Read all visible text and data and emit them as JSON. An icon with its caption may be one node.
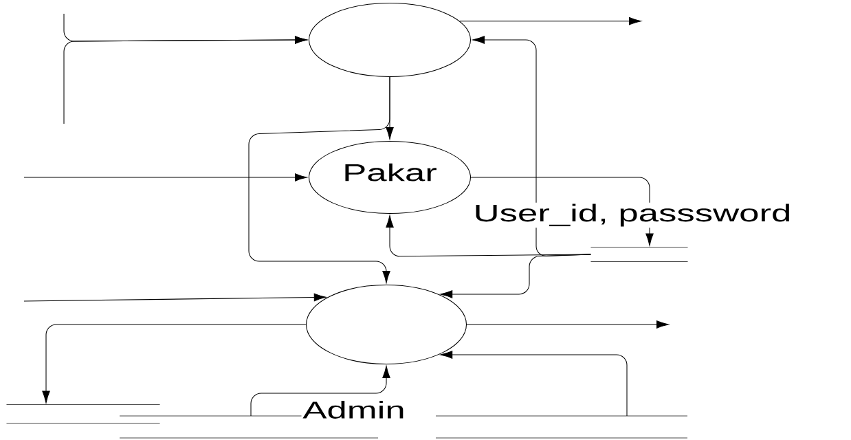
{
  "diagram": {
    "nodes": [
      {
        "text": [],
        "shape": "ellipse"
      },
      {
        "text": [
          "Pakar"
        ]
      },
      {
        "text": [],
        "shape": "ellipse"
      },
      {
        "text": [],
        "shape": "store"
      },
      {
        "text": [],
        "shape": "store"
      },
      {
        "text": [],
        "shape": "store"
      },
      {
        "text": [],
        "shape": "store"
      }
    ],
    "edges": [
      {
        "from": null,
        "to": 0,
        "arrow": "to"
      },
      {
        "from": null,
        "to": 0,
        "arrow": "to"
      },
      {
        "from": 0,
        "to": null,
        "arrow": "to"
      },
      {
        "from": 0,
        "to": 1,
        "arrow": "to"
      },
      {
        "from": 0,
        "to": 2,
        "arrow": "to"
      },
      {
        "from": null,
        "to": 1,
        "arrow": "to"
      },
      {
        "from": 1,
        "to": 3,
        "arrow": "to"
      },
      {
        "from": 3,
        "to": 1,
        "arrow": "to"
      },
      {
        "from": 3,
        "to": 0,
        "arrow": "to"
      },
      {
        "from": 3,
        "to": 2,
        "arrow": "to"
      },
      {
        "from": null,
        "to": 2,
        "arrow": "to"
      },
      {
        "from": 2,
        "to": 4,
        "arrow": "to"
      },
      {
        "from": 5,
        "to": 2,
        "arrow": "to"
      },
      {
        "from": 2,
        "to": null,
        "arrow": "to"
      },
      {
        "from": 6,
        "to": 2,
        "arrow": "to"
      }
    ],
    "labels": [
      "User_id, passsword",
      "Admin"
    ]
  }
}
